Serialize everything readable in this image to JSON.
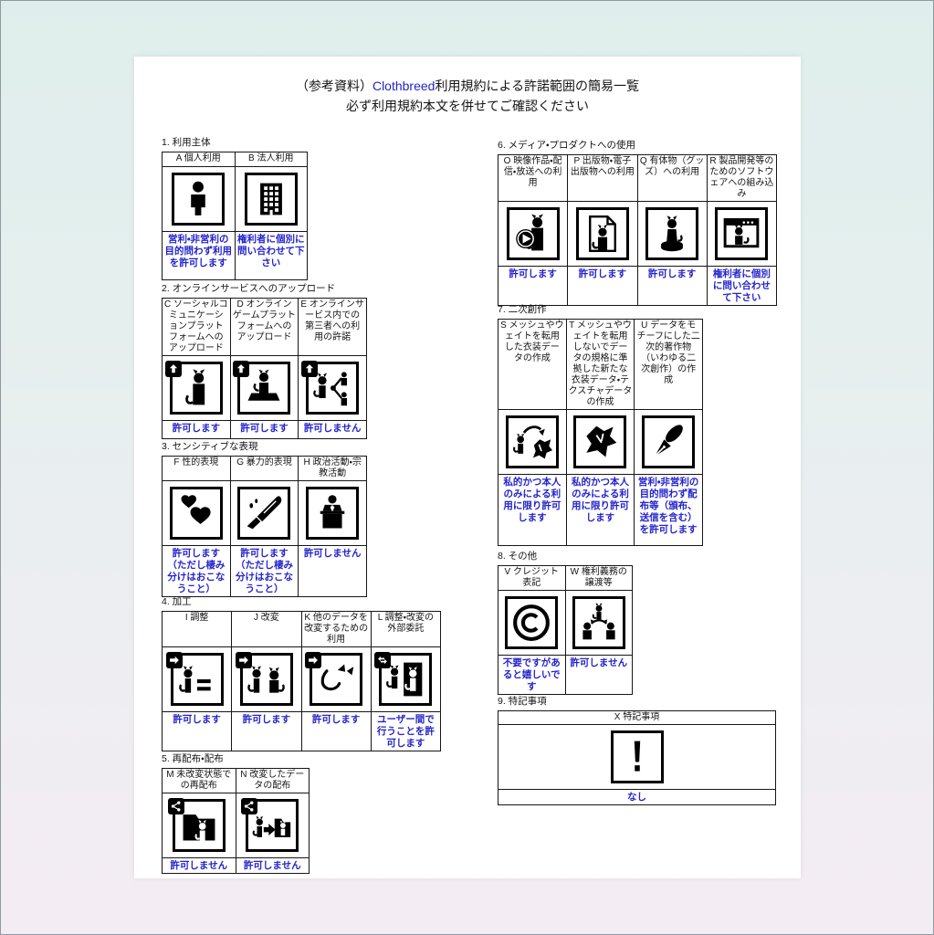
{
  "page": {
    "title_prefix": "（参考資料）",
    "title_brand": "Clothbreed",
    "title_suffix": "利用規約による許諾範囲の簡易一覧",
    "subtitle": "必ず利用規約本文を併せてご確認ください"
  },
  "colors": {
    "accent_blue": "#2323cc",
    "table_border": "#161616",
    "page_bg": "#ffffff"
  },
  "sections": [
    {
      "label": "1. 利用主体",
      "cells": [
        {
          "key": "A",
          "header": "A 個人利用",
          "icon": "person-icon",
          "result": "営利・非営利の目的問わず利用を許可します"
        },
        {
          "key": "B",
          "header": "B 法人利用",
          "icon": "building-icon",
          "result": "権利者に個別に問い合わせて下さい"
        }
      ]
    },
    {
      "label": "2. オンラインサービスへのアップロード",
      "cells": [
        {
          "key": "C",
          "header": "C ソーシャルコミュニケーションプラットフォームへのアップロード",
          "icon": "upload-social-cat-icon",
          "result": "許可します"
        },
        {
          "key": "D",
          "header": "D オンラインゲームプラットフォームへのアップロード",
          "icon": "upload-game-cat-icon",
          "result": "許可します"
        },
        {
          "key": "E",
          "header": "E オンラインサービス内での第三者への利用の許諾",
          "icon": "third-party-share-icon",
          "result": "許可しません"
        }
      ]
    },
    {
      "label": "3. センシティブな表現",
      "cells": [
        {
          "key": "F",
          "header": "F 性的表現",
          "icon": "hearts-icon",
          "result": "許可します（ただし棲み分けはおこなうこと）"
        },
        {
          "key": "G",
          "header": "G 暴力的表現",
          "icon": "knife-icon",
          "result": "許可します（ただし棲み分けはおこなうこと）"
        },
        {
          "key": "H",
          "header": "H 政治活動・宗教活動",
          "icon": "podium-icon",
          "result": "許可しません"
        }
      ]
    },
    {
      "label": "4. 加工",
      "cells": [
        {
          "key": "I",
          "header": "I 調整",
          "icon": "adjust-cat-icon",
          "result": "許可します"
        },
        {
          "key": "J",
          "header": "J 改変",
          "icon": "modify-cats-icon",
          "result": "許可します"
        },
        {
          "key": "K",
          "header": "K 他のデータを改変するための利用",
          "icon": "cat-parts-icon",
          "result": "許可します"
        },
        {
          "key": "L",
          "header": "L 調整・改変の外部委託",
          "icon": "outsource-icon",
          "result": "ユーザー間で行うことを許可します"
        }
      ]
    },
    {
      "label": "5. 再配布・配布",
      "cells": [
        {
          "key": "M",
          "header": "M 未改変状態での再配布",
          "icon": "folder-cat-icon",
          "result": "許可しません"
        },
        {
          "key": "N",
          "header": "N 改変したデータの配布",
          "icon": "modified-distribute-icon",
          "result": "許可しません"
        }
      ]
    },
    {
      "label": "6. メディア・プロダクトへの使用",
      "cells": [
        {
          "key": "O",
          "header": "O 映像作品・配信・放送への利用",
          "icon": "video-cat-icon",
          "result": "許可します"
        },
        {
          "key": "P",
          "header": "P 出版物・電子出版物への利用",
          "icon": "publication-cat-icon",
          "result": "許可します"
        },
        {
          "key": "Q",
          "header": "Q 有体物（グッズ）への利用",
          "icon": "goods-cat-icon",
          "result": "許可します"
        },
        {
          "key": "R",
          "header": "R 製品開発等のためのソフトウェアへの組み込み",
          "icon": "software-window-cat-icon",
          "result": "権利者に個別に問い合わせて下さい"
        }
      ]
    },
    {
      "label": "7. 二次創作",
      "cells": [
        {
          "key": "S",
          "header": "S メッシュやウェイトを転用した衣装データの作成",
          "icon": "mesh-reuse-icon",
          "result": "私的かつ本人のみによる利用に限り許可します"
        },
        {
          "key": "T",
          "header": "T メッシュやウェイトを転用しないでデータの規格に準拠した新たな衣装データ・テクスチャデータの作成",
          "icon": "new-costume-icon",
          "result": "私的かつ本人のみによる利用に限り許可します"
        },
        {
          "key": "U",
          "header": "U データをモチーフにした二次的著作物（いわゆる二次創作）の作成",
          "icon": "pen-icon",
          "result": "営利・非営利の目的問わず配布等（頒布、送信を含む）を許可します"
        }
      ]
    },
    {
      "label": "8. その他",
      "cells": [
        {
          "key": "V",
          "header": "V クレジット表記",
          "icon": "copyright-icon",
          "result": "不要ですがあると嬉しいです"
        },
        {
          "key": "W",
          "header": "W 権利義務の譲渡等",
          "icon": "rights-transfer-icon",
          "result": "許可しません"
        }
      ]
    },
    {
      "label": "9. 特記事項",
      "cells": [
        {
          "key": "X",
          "header": "X 特記事項",
          "icon": "exclamation-icon",
          "result": "なし"
        }
      ]
    }
  ]
}
